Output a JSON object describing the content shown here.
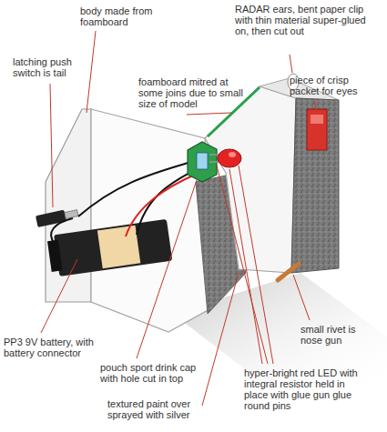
{
  "diagram": {
    "labels": [
      "body made from foamboard",
      "RADAR ears, bent paper clip with thin material super-glued on, then cut out",
      "latching push switch is tail",
      "foamboard mitred at some joins due to small size of model",
      "piece of crisp packet for eyes",
      "PP3 9V battery, with battery connector",
      "small rivet is nose gun",
      "pouch sport drink cap with hole cut in top",
      "textured paint over sprayed with silver",
      "hyper-bright red LED with integral resistor held in place with glue gun glue round pins"
    ]
  }
}
